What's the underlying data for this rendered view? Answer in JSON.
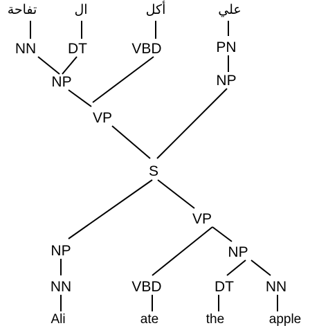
{
  "arabic_tree": {
    "words": {
      "w1": "تفاحة",
      "w2": "ال",
      "w3": "أكل",
      "w4": "علي"
    },
    "pos": {
      "nn": "NN",
      "dt": "DT",
      "vbd": "VBD",
      "pn": "PN"
    },
    "phrases": {
      "np_obj": "NP",
      "np_subj": "NP",
      "vp": "VP"
    }
  },
  "root_label": "S",
  "english_tree": {
    "phrases": {
      "vp": "VP",
      "np_subj": "NP",
      "np_obj": "NP"
    },
    "pos": {
      "nn_subj": "NN",
      "vbd": "VBD",
      "dt": "DT",
      "nn_obj": "NN"
    },
    "words": {
      "w1": "Ali",
      "w2": "ate",
      "w3": "the",
      "w4": "apple"
    }
  },
  "colors": {
    "ink": "#000000",
    "background": "#ffffff"
  }
}
